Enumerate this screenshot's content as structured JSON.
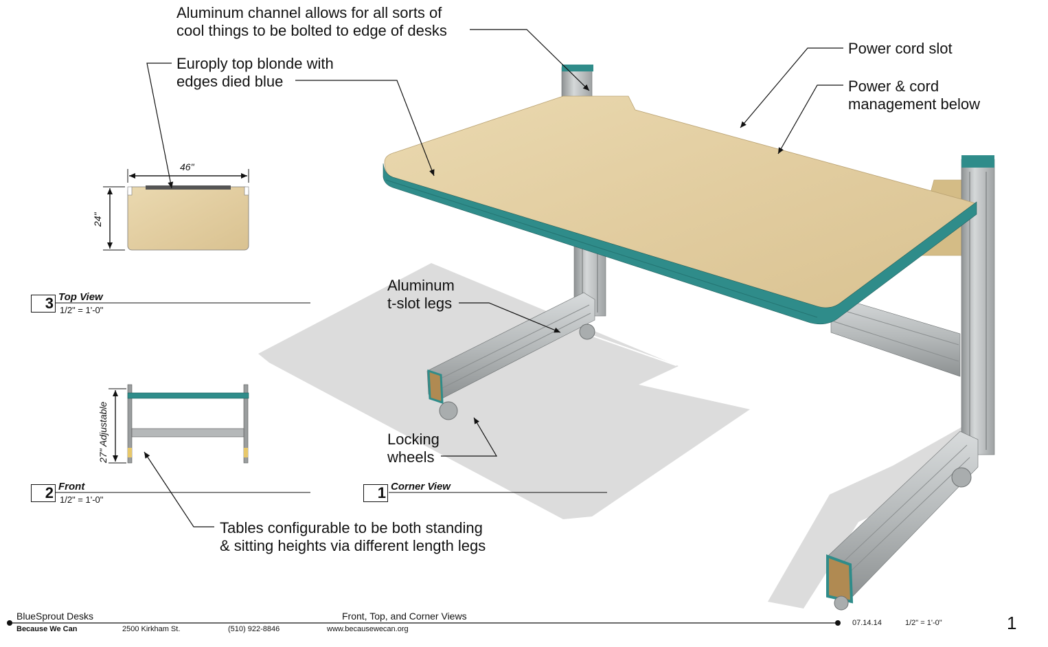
{
  "callouts": {
    "aluminum_channel": [
      "Aluminum channel allows for all sorts of",
      "cool things to be bolted to edge of desks"
    ],
    "europly_top": [
      "Europly top blonde with",
      "edges died blue"
    ],
    "power_cord_slot": "Power cord slot",
    "power_management": [
      "Power & cord",
      "management below"
    ],
    "tslot_legs": [
      "Aluminum",
      "t-slot legs"
    ],
    "locking_wheels": [
      "Locking",
      "wheels"
    ],
    "tables_configurable": [
      "Tables configurable to be both standing",
      "& sitting heights via different length legs"
    ]
  },
  "views": [
    {
      "number": "3",
      "title": "Top View",
      "scale": "1/2\" = 1'-0\""
    },
    {
      "number": "2",
      "title": "Front",
      "scale": "1/2\" = 1'-0\""
    },
    {
      "number": "1",
      "title": "Corner View"
    }
  ],
  "dimensions": {
    "top_width": "46\"",
    "top_depth": "24\"",
    "front_height": "27\" Adjustable"
  },
  "title_block": {
    "project": "BlueSprout Desks",
    "company": "Because We Can",
    "address": "2500 Kirkham St.",
    "phone": "(510) 922-8846",
    "website": "www.becausewecan.org",
    "sheet_title": "Front, Top, and Corner Views",
    "date": "07.14.14",
    "scale": "1/2\" = 1'-0\"",
    "page_number": "1"
  },
  "colors": {
    "wood": "#e3cfa2",
    "edge_teal": "#2f8c8a",
    "aluminum": "#b9bcbd",
    "shadow": "#dcdcdc"
  }
}
